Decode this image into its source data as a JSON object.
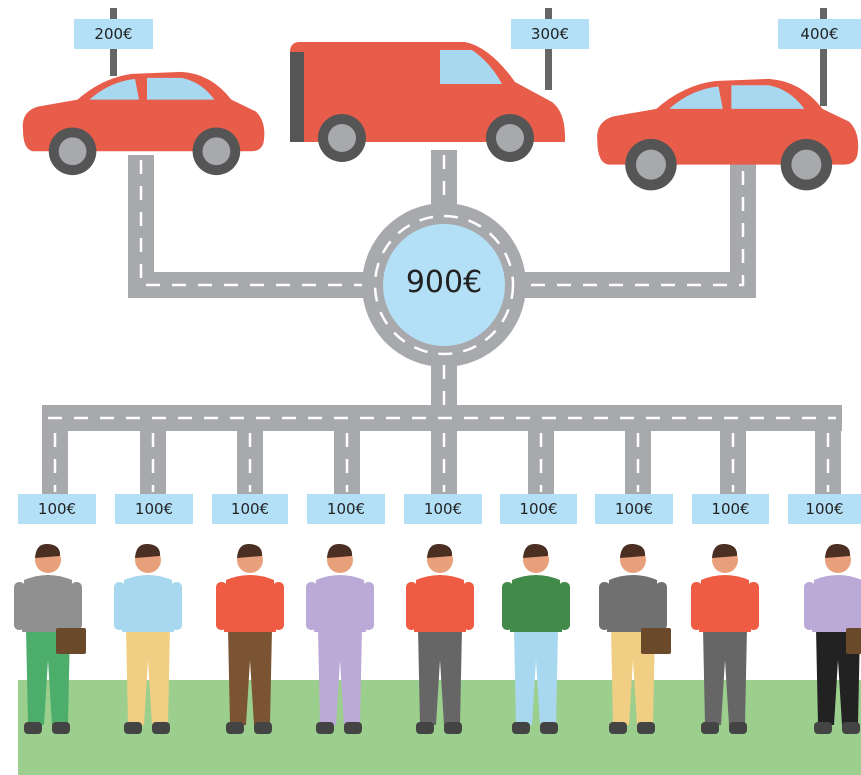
{
  "total": "900€",
  "cars": [
    {
      "type": "sedan",
      "price": "200€"
    },
    {
      "type": "van",
      "price": "300€"
    },
    {
      "type": "sedan",
      "price": "400€"
    }
  ],
  "people": [
    {
      "price": "100€",
      "top": "#909090",
      "bottom": "#4cae6a",
      "bag": true
    },
    {
      "price": "100€",
      "top": "#a8d8f0",
      "bottom": "#f0cf84",
      "bag": false
    },
    {
      "price": "100€",
      "top": "#ef5b43",
      "bottom": "#7a5433",
      "bag": false
    },
    {
      "price": "100€",
      "top": "#bba9d8",
      "bottom": "#bba9d8",
      "bag": false
    },
    {
      "price": "100€",
      "top": "#ef5b43",
      "bottom": "#666666",
      "bag": false
    },
    {
      "price": "100€",
      "top": "#418a4a",
      "bottom": "#a8d8f0",
      "bag": false
    },
    {
      "price": "100€",
      "top": "#707070",
      "bottom": "#f0cf84",
      "bag": true
    },
    {
      "price": "100€",
      "top": "#ef5b43",
      "bottom": "#666666",
      "bag": false
    },
    {
      "price": "100€",
      "top": "#bba9d8",
      "bottom": "#222222",
      "bag": true
    }
  ],
  "colors": {
    "car": "#e85c4a",
    "road": "#a7a9ac",
    "tag": "#b3e0f7",
    "grass": "#9ccf8e"
  }
}
